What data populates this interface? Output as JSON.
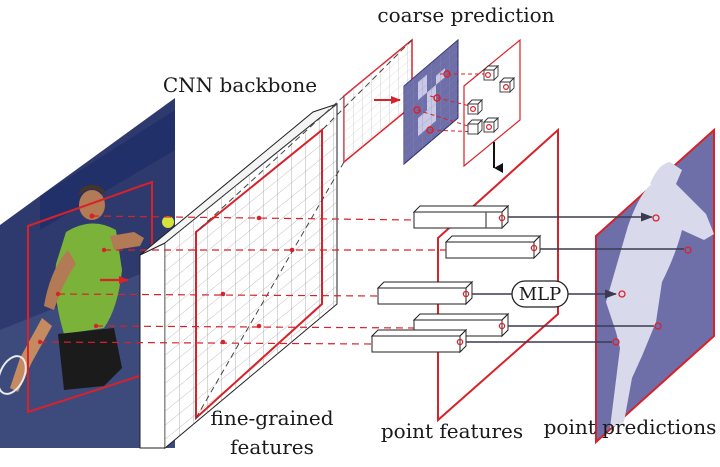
{
  "labels": {
    "coarse_prediction": "coarse prediction",
    "cnn_backbone": "CNN backbone",
    "fine_grained_line1": "fine-grained",
    "fine_grained_line2": "features",
    "point_features": "point features",
    "point_predictions": "point predictions",
    "mlp": "MLP"
  },
  "colors": {
    "red": "#d8222a",
    "mask_purple": "#6e6ea8",
    "mask_light": "#c9c9e6",
    "arrow_gray": "#3a3a50",
    "dark": "#222222"
  },
  "icons": {
    "input_image": "tennis-player-photo",
    "mask": "person-silhouette-mask"
  }
}
